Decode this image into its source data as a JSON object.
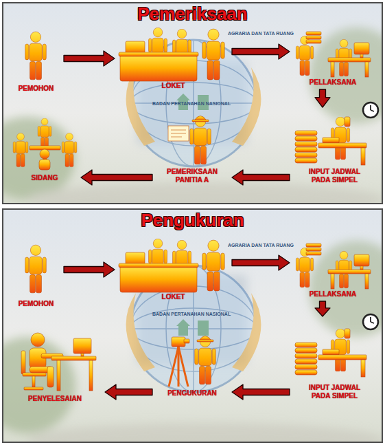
{
  "diagram": {
    "nodes": [
      {
        "text": [
          "Pemeriksaan"
        ]
      },
      {
        "text": [
          "PEMOHON"
        ],
        "in": 0
      },
      {
        "text": [
          "LOKET"
        ],
        "in": 0
      },
      {
        "text": [
          "PELLAKSANA"
        ],
        "in": 0
      },
      {
        "text": [
          "INPUT JADWAL PADA SIMPEL"
        ],
        "in": 0
      },
      {
        "text": [
          "PEMERIKSAAN PANITIA A"
        ],
        "in": 0
      },
      {
        "text": [
          "SIDANG"
        ],
        "in": 0
      },
      {
        "text": [
          "Pengukuran"
        ]
      },
      {
        "text": [
          "PEMOHON"
        ],
        "in": 7
      },
      {
        "text": [
          "LOKET"
        ],
        "in": 7
      },
      {
        "text": [
          "PELLAKSANA"
        ],
        "in": 7
      },
      {
        "text": [
          "INPUT JADWAL PADA SIMPEL"
        ],
        "in": 7
      },
      {
        "text": [
          "PENGUKURAN"
        ],
        "in": 7
      },
      {
        "text": [
          "PENYELESAIAN"
        ],
        "in": 7
      }
    ],
    "edges": [
      {
        "from": 1,
        "to": 2,
        "arrow": "to"
      },
      {
        "from": 2,
        "to": 3,
        "arrow": "to"
      },
      {
        "from": 3,
        "to": 4,
        "arrow": "to"
      },
      {
        "from": 4,
        "to": 5,
        "arrow": "to"
      },
      {
        "from": 5,
        "to": 6,
        "arrow": "to"
      },
      {
        "from": 8,
        "to": 9,
        "arrow": "to"
      },
      {
        "from": 9,
        "to": 10,
        "arrow": "to"
      },
      {
        "from": 10,
        "to": 11,
        "arrow": "to"
      },
      {
        "from": 11,
        "to": 12,
        "arrow": "to"
      },
      {
        "from": 12,
        "to": 13,
        "arrow": "to"
      }
    ],
    "labels": [
      "AGRARIA DAN TATA RUANG",
      "BADAN PERTANAHAN NASIONAL",
      "AGRARIA DAN TATA RUANG",
      "BADAN PERTANAHAN NASIONAL"
    ]
  }
}
